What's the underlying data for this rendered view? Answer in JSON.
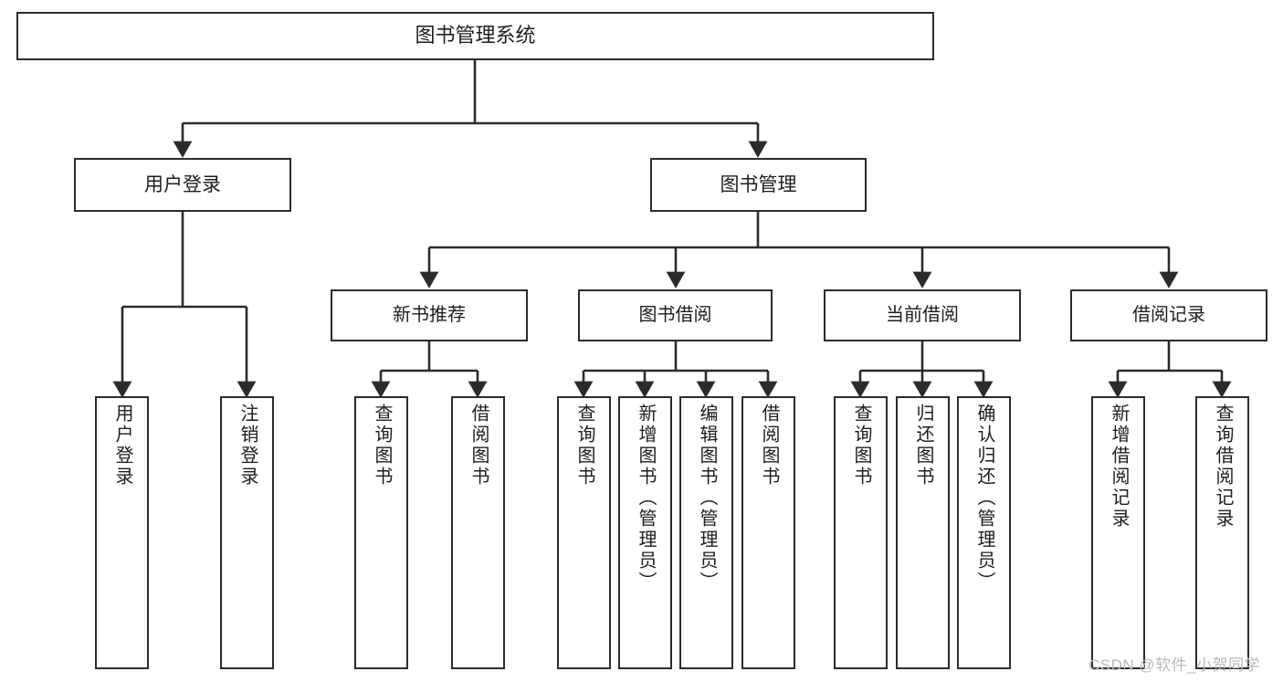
{
  "diagram": {
    "title": "图书管理系统",
    "type": "功能结构图",
    "colors": {
      "stroke": "#2b2b2b",
      "fill": "#ffffff",
      "text": "#1d1d1d",
      "watermark": "#b9b9b9"
    },
    "root": {
      "label": "图书管理系统"
    },
    "level1": [
      {
        "label": "用户登录"
      },
      {
        "label": "图书管理"
      }
    ],
    "level2": [
      {
        "label": "新书推荐"
      },
      {
        "label": "图书借阅"
      },
      {
        "label": "当前借阅"
      },
      {
        "label": "借阅记录"
      }
    ],
    "leaves": {
      "user_login": [
        {
          "label": "用户登录"
        },
        {
          "label": "注销登录"
        }
      ],
      "new_book": [
        {
          "label": "查询图书"
        },
        {
          "label": "借阅图书"
        }
      ],
      "borrow_book": [
        {
          "label": "查询图书"
        },
        {
          "label": "新增图书（管理员）"
        },
        {
          "label": "编辑图书（管理员）"
        },
        {
          "label": "借阅图书"
        }
      ],
      "current_borrow": [
        {
          "label": "查询图书"
        },
        {
          "label": "归还图书"
        },
        {
          "label": "确认归还（管理员）"
        }
      ],
      "borrow_record": [
        {
          "label": "新增借阅记录"
        },
        {
          "label": "查询借阅记录"
        }
      ]
    },
    "watermark": "CSDN @软件_小贺同学"
  }
}
